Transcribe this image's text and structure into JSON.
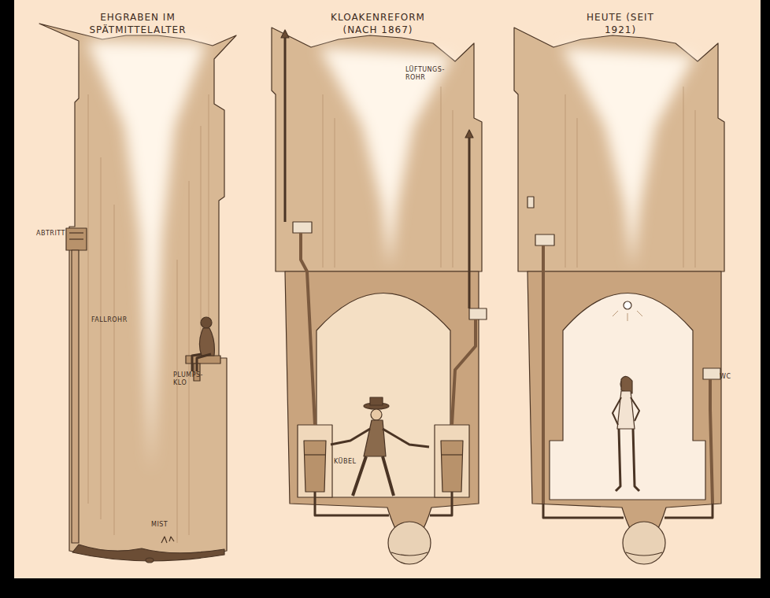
{
  "diagram": {
    "nodes": [
      {
        "text": [
          "EHGRABEN IM SPÄTMITTELALTER"
        ]
      },
      {
        "text": [
          "KLOAKENREFORM (NACH 1867)"
        ]
      },
      {
        "text": [
          "HEUTE (SEIT 1921)"
        ]
      }
    ],
    "labels": [
      "ABTRITT",
      "FALLROHR",
      "PLUMPS-KLO",
      "MIST",
      "LÜFTUNGS-ROHR",
      "KÜBEL",
      "WC"
    ]
  }
}
